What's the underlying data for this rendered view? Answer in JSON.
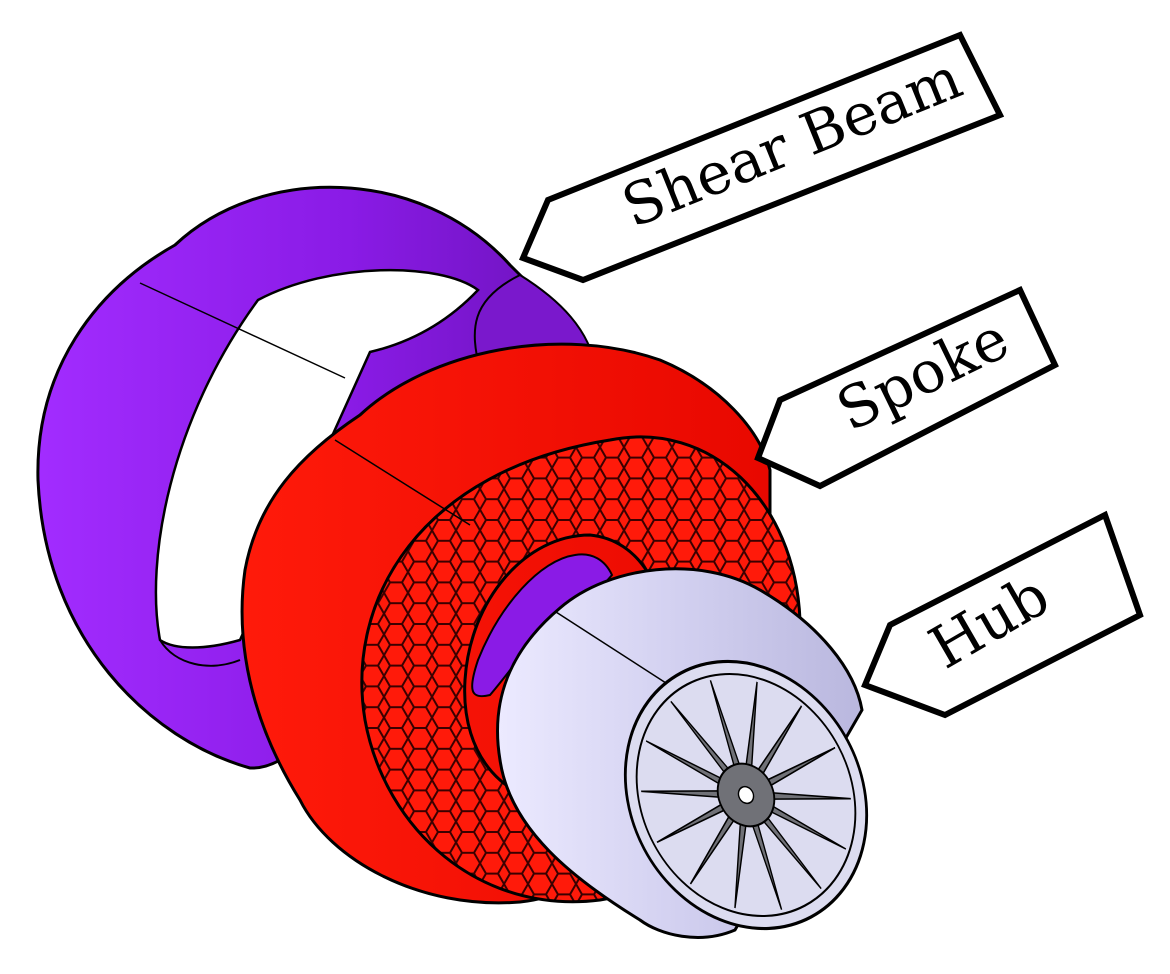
{
  "labels": {
    "shear_beam": "Shear Beam",
    "spoke": "Spoke",
    "hub": "Hub"
  },
  "colors": {
    "shear_beam": "#8a1be6",
    "spoke": "#ff0a00",
    "hub": "#c9c8ec",
    "hub_wheel": "#707177",
    "outline": "#000000"
  }
}
